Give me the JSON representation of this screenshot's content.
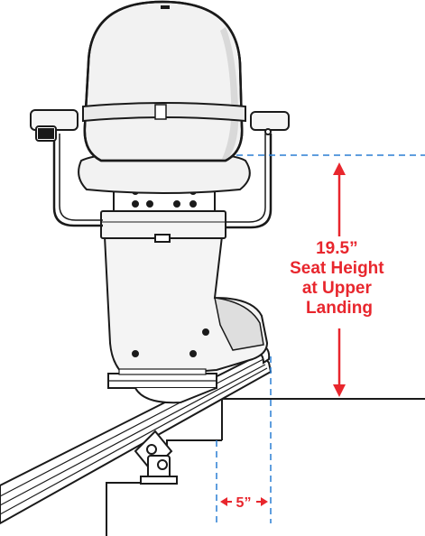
{
  "annotations": {
    "seat_height": {
      "value": "19.5”",
      "line1": "Seat Height",
      "line2": "at Upper",
      "line3": "Landing"
    },
    "overhang": {
      "value": "5”"
    }
  },
  "colors": {
    "annotation_red": "#e8262d",
    "guide_blue": "#2a7fd4",
    "outline": "#1a1a1a",
    "chair_gray": "#f2f2f2",
    "shade_gray": "#d9d9d9"
  },
  "icons": [
    "stairlift-chair",
    "rail",
    "stairs",
    "dimension-arrow"
  ]
}
